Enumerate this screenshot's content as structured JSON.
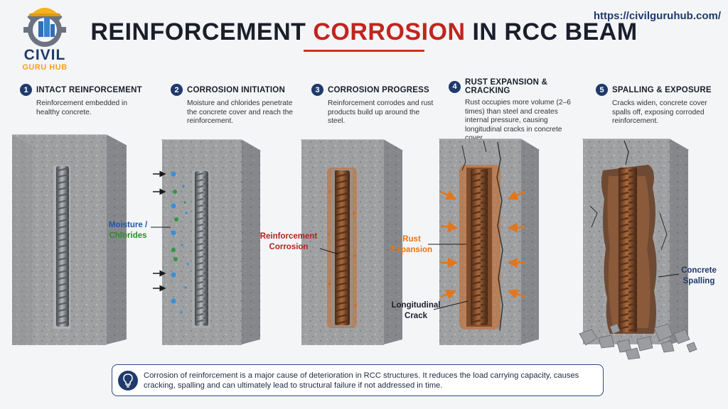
{
  "logo": {
    "line1": "CIVIL",
    "line2": "GURU HUB"
  },
  "url": "https://civilguruhub.com/",
  "title": {
    "part1": "REINFORCEMENT ",
    "accent": "CORROSION",
    "part2": " IN RCC BEAM"
  },
  "steps": [
    {
      "num": "1",
      "title": "INTACT REINFORCEMENT",
      "desc": "Reinforcement embedded in healthy concrete."
    },
    {
      "num": "2",
      "title": "CORROSION INITIATION",
      "desc": "Moisture and chlorides penetrate the concrete cover and reach the reinforcement."
    },
    {
      "num": "3",
      "title": "CORROSION PROGRESS",
      "desc": "Reinforcement corrodes and rust products build up around the steel."
    },
    {
      "num": "4",
      "title": "RUST EXPANSION & CRACKING",
      "desc": "Rust occupies more volume (2–6 times) than steel and creates internal pressure, causing longitudinal cracks in concrete cover."
    },
    {
      "num": "5",
      "title": "SPALLING & EXPOSURE",
      "desc": "Cracks widen, concrete cover spalls off, exposing corroded reinforcement."
    }
  ],
  "labels": {
    "moisture": "Moisture /",
    "chlorides": "Chlorides",
    "reinf1": "Reinforcement",
    "reinf2": "Corrosion",
    "rust1": "Rust",
    "rust2": "Expansion",
    "crack1": "Longitudinal",
    "crack2": "Crack",
    "spall1": "Concrete",
    "spall2": "Spalling"
  },
  "footer": "Corrosion of reinforcement is a major cause of deterioration in RCC structures. It reduces the load carrying capacity, causes cracking, spalling and can ultimately lead to structural failure if not addressed in time.",
  "colors": {
    "navy": "#1f3a6b",
    "accent_red": "#c0261f",
    "rust": "#b5561c",
    "moisture_blue": "#1c5aa6",
    "chloride_green": "#2e8b2e",
    "rust_orange": "#e2761c"
  }
}
